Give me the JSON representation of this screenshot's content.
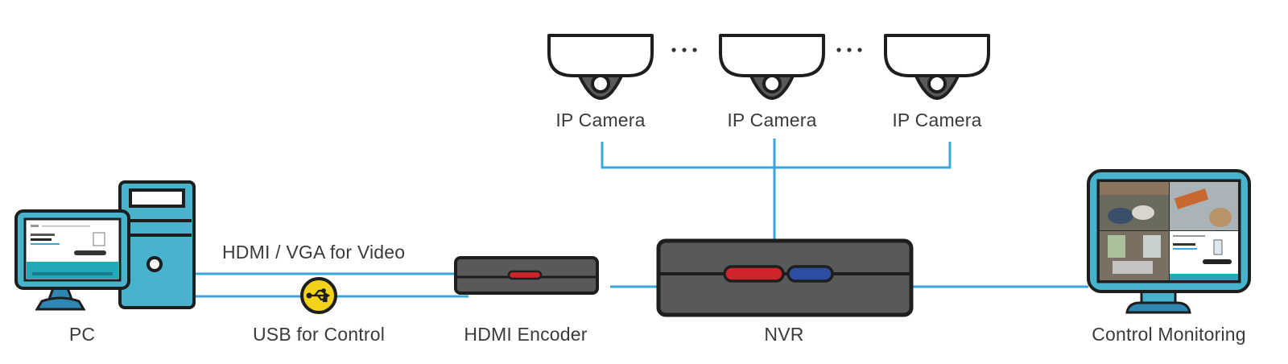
{
  "diagram": {
    "title": "IP camera NVR system with HDMI encoder",
    "colors": {
      "connector": "#3aa6d9",
      "device_body": "#58595b",
      "outline": "#1e1e1e",
      "computer_teal": "#48b3cc",
      "usb_badge": "#f2d21b",
      "led_red": "#d0242b",
      "led_blue": "#2c4fa3",
      "label_text": "#3b3b3b"
    },
    "nodes": {
      "cameras": [
        {
          "label": "IP Camera"
        },
        {
          "label": "IP Camera"
        },
        {
          "label": "IP Camera"
        }
      ],
      "camera_ellipsis": "…",
      "pc": {
        "label": "PC"
      },
      "hdmi_encoder": {
        "label": "HDMI Encoder"
      },
      "nvr": {
        "label": "NVR"
      },
      "monitor": {
        "label": "Control Monitoring"
      }
    },
    "edges": {
      "video_link": {
        "label": "HDMI / VGA for Video",
        "from": "PC",
        "to": "HDMI Encoder"
      },
      "usb_link": {
        "label": "USB for Control",
        "from": "PC",
        "to": "HDMI Encoder",
        "icon": "usb-icon"
      },
      "encoder_to_nvr": {
        "from": "HDMI Encoder",
        "to": "NVR"
      },
      "cameras_to_nvr": {
        "from": "IP Camera",
        "to": "NVR"
      },
      "nvr_to_monitor": {
        "from": "NVR",
        "to": "Control Monitoring"
      }
    }
  }
}
